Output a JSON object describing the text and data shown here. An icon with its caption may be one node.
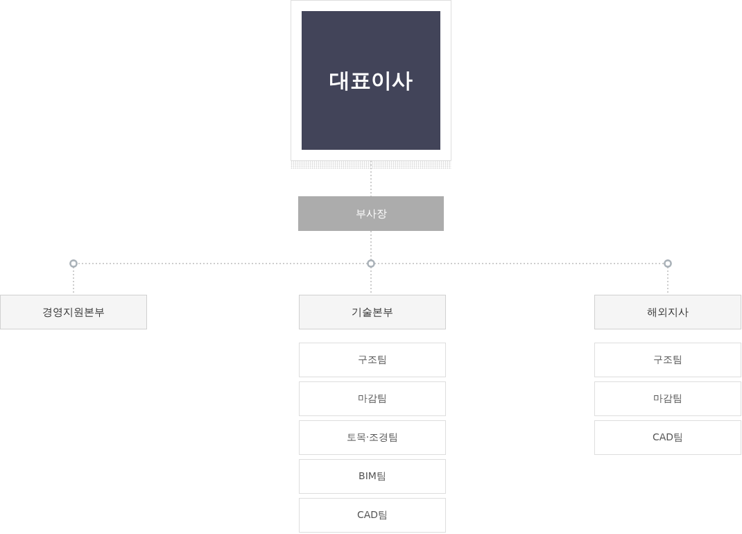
{
  "diagram": {
    "nodes": [
      {
        "text": [],
        "shape": "box"
      },
      {
        "text": [
          "대표이사"
        ],
        "in": 0
      },
      {
        "text": [
          "부사장"
        ]
      },
      {
        "text": [
          "경영지원본부"
        ]
      },
      {
        "text": [
          "기술본부"
        ]
      },
      {
        "text": [
          "구조팀"
        ]
      },
      {
        "text": [
          "마감팀"
        ]
      },
      {
        "text": [
          "토목·조경팀"
        ]
      },
      {
        "text": [
          "BIM팀"
        ]
      },
      {
        "text": [
          "CAD팀"
        ]
      },
      {
        "text": [
          "해외지사"
        ]
      },
      {
        "text": [
          "구조팀"
        ]
      },
      {
        "text": [
          "마감팀"
        ]
      },
      {
        "text": [
          "CAD팀"
        ]
      }
    ],
    "edges": [
      {
        "from": 0,
        "to": 2,
        "arrow": "none",
        "style": "dashed"
      },
      {
        "from": 2,
        "to": 3,
        "arrow": "none",
        "style": "dashed"
      },
      {
        "from": 2,
        "to": 4,
        "arrow": "none",
        "style": "dashed"
      },
      {
        "from": 2,
        "to": 10,
        "arrow": "none",
        "style": "dashed"
      }
    ]
  }
}
